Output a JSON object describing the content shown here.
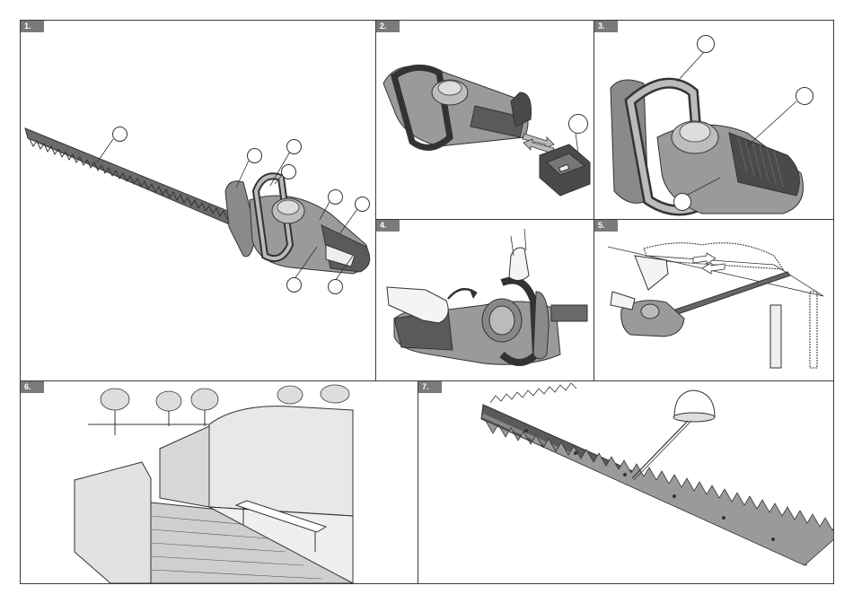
{
  "panels": [
    {
      "id": "p1",
      "label": "1."
    },
    {
      "id": "p2",
      "label": "2."
    },
    {
      "id": "p3",
      "label": "3."
    },
    {
      "id": "p4",
      "label": "4."
    },
    {
      "id": "p5",
      "label": "5."
    },
    {
      "id": "p6",
      "label": "6."
    },
    {
      "id": "p7",
      "label": "7."
    }
  ],
  "colors": {
    "frame": "#3a3a3a",
    "tag_background": "#7a7a7a",
    "tool_dark": "#4a4a4a",
    "tool_mid": "#8a8a8a",
    "tool_light": "#c8c8c8"
  }
}
